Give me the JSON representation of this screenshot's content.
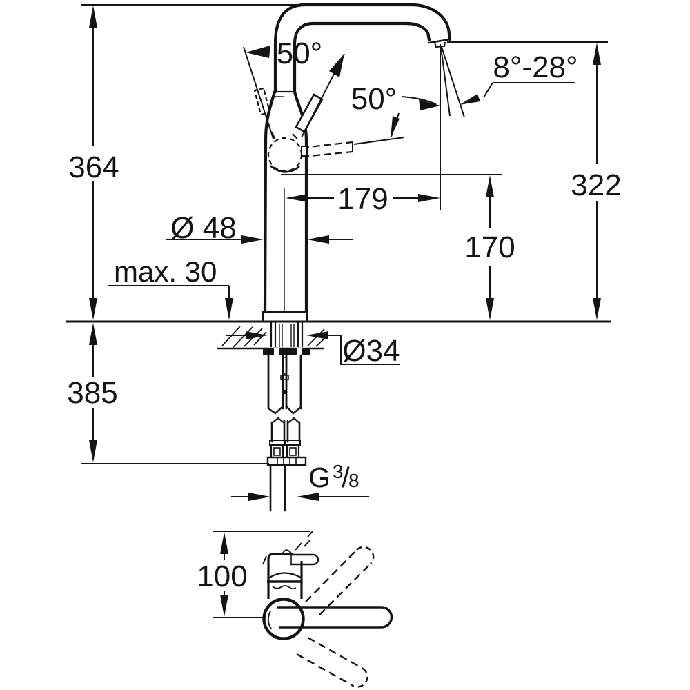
{
  "drawing": {
    "front_view": {
      "total_height": "364",
      "spout_tip_height": "322",
      "spout_reach": "179",
      "spout_height_above_deck": "170",
      "body_diameter": "Ø 48",
      "max_deck_thickness": "max. 30",
      "below_deck_depth": "385",
      "hole_diameter": "Ø34",
      "lever_angle_front": "50°",
      "lever_angle_open": "50°",
      "spray_angle_range": "8°-28°",
      "thread": {
        "letter": "G",
        "numerator": "3",
        "slash": "/",
        "denominator": "8"
      }
    },
    "top_view": {
      "lever_reach": "100"
    },
    "colors": {
      "line": "#141414",
      "background": "#ffffff"
    }
  }
}
